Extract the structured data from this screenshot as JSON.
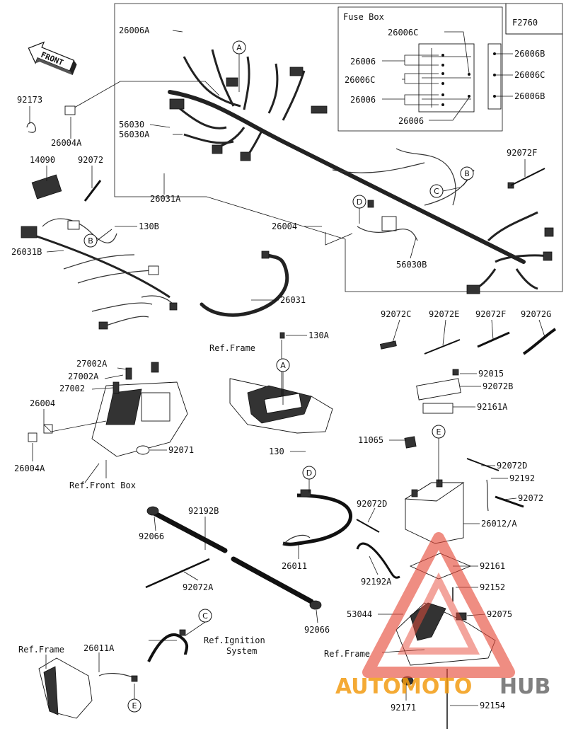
{
  "diagram_code": "F2760",
  "fuse_box": {
    "title": "Fuse Box",
    "labels": [
      "26006C",
      "26006",
      "26006C",
      "26006",
      "26006",
      "26006B",
      "26006C",
      "26006B"
    ]
  },
  "front_arrow": "FRONT",
  "part_labels": {
    "p26006A": "26006A",
    "p92173": "92173",
    "p26004A_top": "26004A",
    "p56030": "56030",
    "p56030A": "56030A",
    "p14090": "14090",
    "p92072": "92072",
    "p26031A": "26031A",
    "p92072F_top": "92072F",
    "p130B": "130B",
    "p26031B": "26031B",
    "p26004_mid": "26004",
    "p56030B": "56030B",
    "p26031": "26031",
    "p92072C": "92072C",
    "p92072E": "92072E",
    "p92072F": "92072F",
    "p92072G": "92072G",
    "p130A": "130A",
    "p27002A_1": "27002A",
    "p27002A_2": "27002A",
    "p27002": "27002",
    "p26004_left": "26004",
    "p26004A_left": "26004A",
    "p92071": "92071",
    "p92015": "92015",
    "p92072B": "92072B",
    "p92161A": "92161A",
    "p11065": "11065",
    "p130": "130",
    "p92072D_r": "92072D",
    "p92192": "92192",
    "p92072_r": "92072",
    "p92072D_m": "92072D",
    "p26012A": "26012/A",
    "p92192B": "92192B",
    "p92066_a": "92066",
    "p26011": "26011",
    "p92161": "92161",
    "p92072A": "92072A",
    "p92192A": "92192A",
    "p92152": "92152",
    "p53044": "53044",
    "p92075": "92075",
    "p92066_b": "92066",
    "p26011A": "26011A",
    "p92171": "92171",
    "p92154": "92154"
  },
  "ref_labels": {
    "frame_top": "Ref.Frame",
    "front_box": "Ref.Front Box",
    "ignition_1": "Ref.Ignition",
    "ignition_2": "System",
    "frame_left": "Ref.Frame",
    "frame_right": "Ref.Frame"
  },
  "callouts": [
    "A",
    "B",
    "C",
    "D",
    "E"
  ],
  "watermark": {
    "part1": "AUTO",
    "part2": "MOTO",
    "part3": "HUB",
    "color_orange": "#f39c12",
    "color_red": "#e74c3c",
    "color_gray": "#6b6b6b"
  }
}
